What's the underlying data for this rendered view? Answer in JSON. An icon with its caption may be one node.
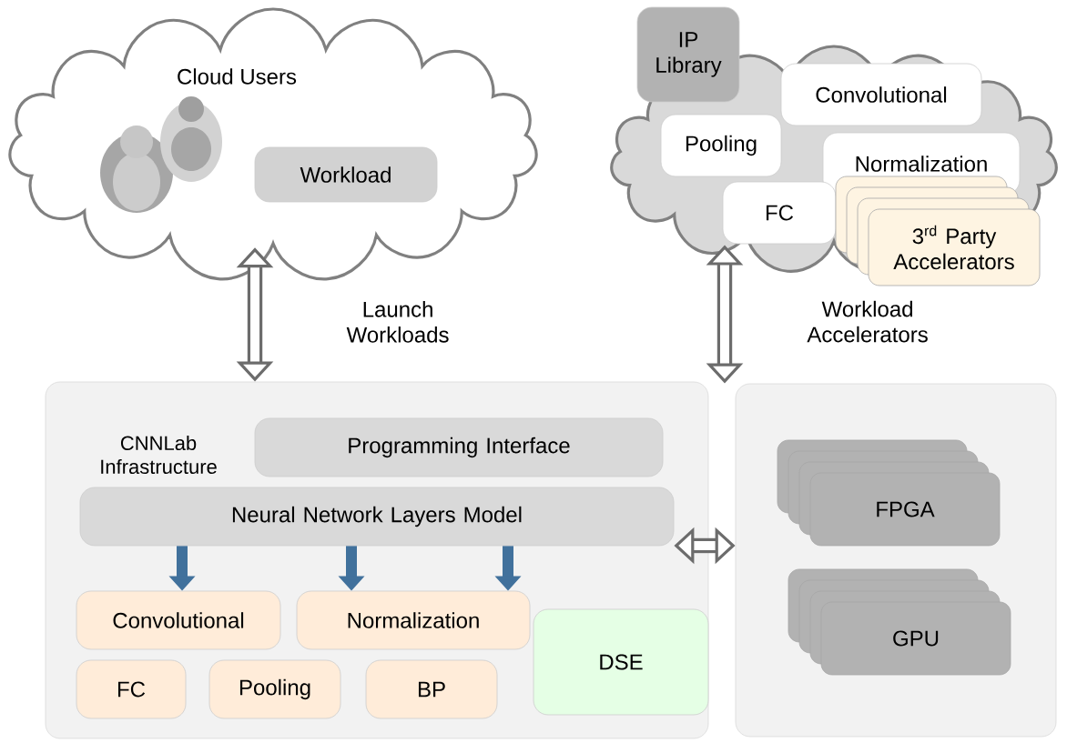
{
  "diagram": {
    "nodes": [
      {
        "text": [
          "Cloud Users"
        ]
      },
      {
        "text": [
          "Workload"
        ],
        "in": 0
      },
      {
        "text": [],
        "shape": "cloud"
      },
      {
        "text": [
          "IP Library"
        ]
      },
      {
        "text": [
          "Convolutional"
        ],
        "in": 2
      },
      {
        "text": [
          "Pooling"
        ],
        "in": 2
      },
      {
        "text": [
          "Normalization"
        ],
        "in": 2
      },
      {
        "text": [
          "FC"
        ],
        "in": 2
      },
      {
        "text": [
          "3$^{rd}$ Party Accelerators"
        ],
        "in": 2
      },
      {
        "text": [
          "CNNLab Infrastructure"
        ]
      },
      {
        "text": [
          "Programming Interface"
        ],
        "in": 9
      },
      {
        "text": [
          "Neural Network Layers Model"
        ],
        "in": 9
      },
      {
        "text": [
          "Convolutional"
        ],
        "in": 9
      },
      {
        "text": [
          "Normalization"
        ],
        "in": 9
      },
      {
        "text": [
          "FC"
        ],
        "in": 9
      },
      {
        "text": [
          "Pooling"
        ],
        "in": 9
      },
      {
        "text": [
          "BP"
        ],
        "in": 9
      },
      {
        "text": [
          "DSE"
        ],
        "in": 9
      },
      {
        "text": [],
        "shape": "box"
      },
      {
        "text": [
          "FPGA"
        ],
        "in": 18
      },
      {
        "text": [
          "GPU"
        ],
        "in": 18
      }
    ],
    "edges": [
      {
        "from": 0,
        "to": 9,
        "arrow": "both",
        "label": "Launch Workloads"
      },
      {
        "from": 2,
        "to": 18,
        "arrow": "both",
        "label": "Workload Accelerators"
      },
      {
        "from": 11,
        "to": 18,
        "arrow": "both"
      },
      {
        "from": 11,
        "to": 12,
        "arrow": "to",
        "color": "#41719c"
      },
      {
        "from": 11,
        "to": 13,
        "arrow": "to",
        "color": "#41719c"
      },
      {
        "from": 11,
        "to": 13,
        "arrow": "to",
        "color": "#41719c"
      }
    ]
  }
}
